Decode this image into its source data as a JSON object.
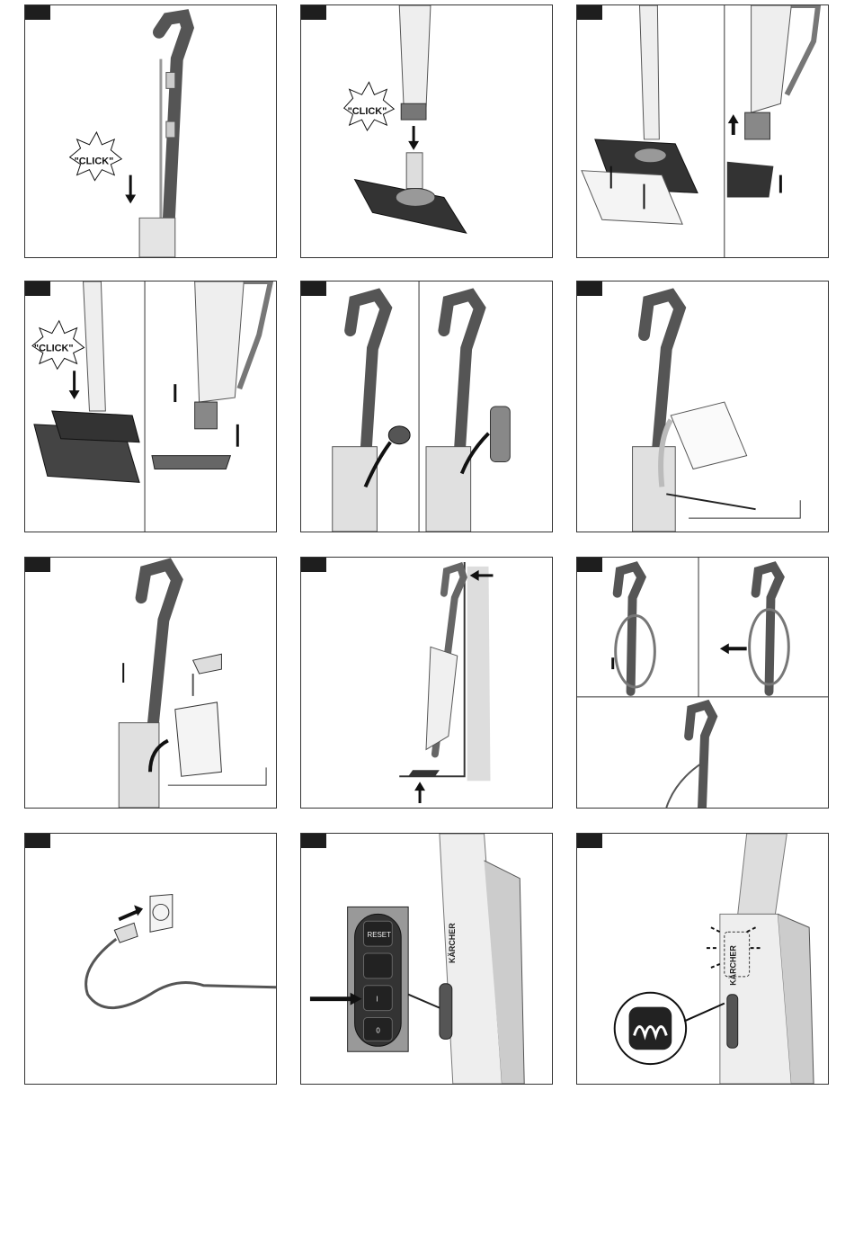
{
  "page": {
    "sound_label": "\"CLICK\"",
    "buttons": {
      "reset": "RESET",
      "on": "I",
      "off": "0"
    },
    "brand": "KÄRCHER"
  }
}
